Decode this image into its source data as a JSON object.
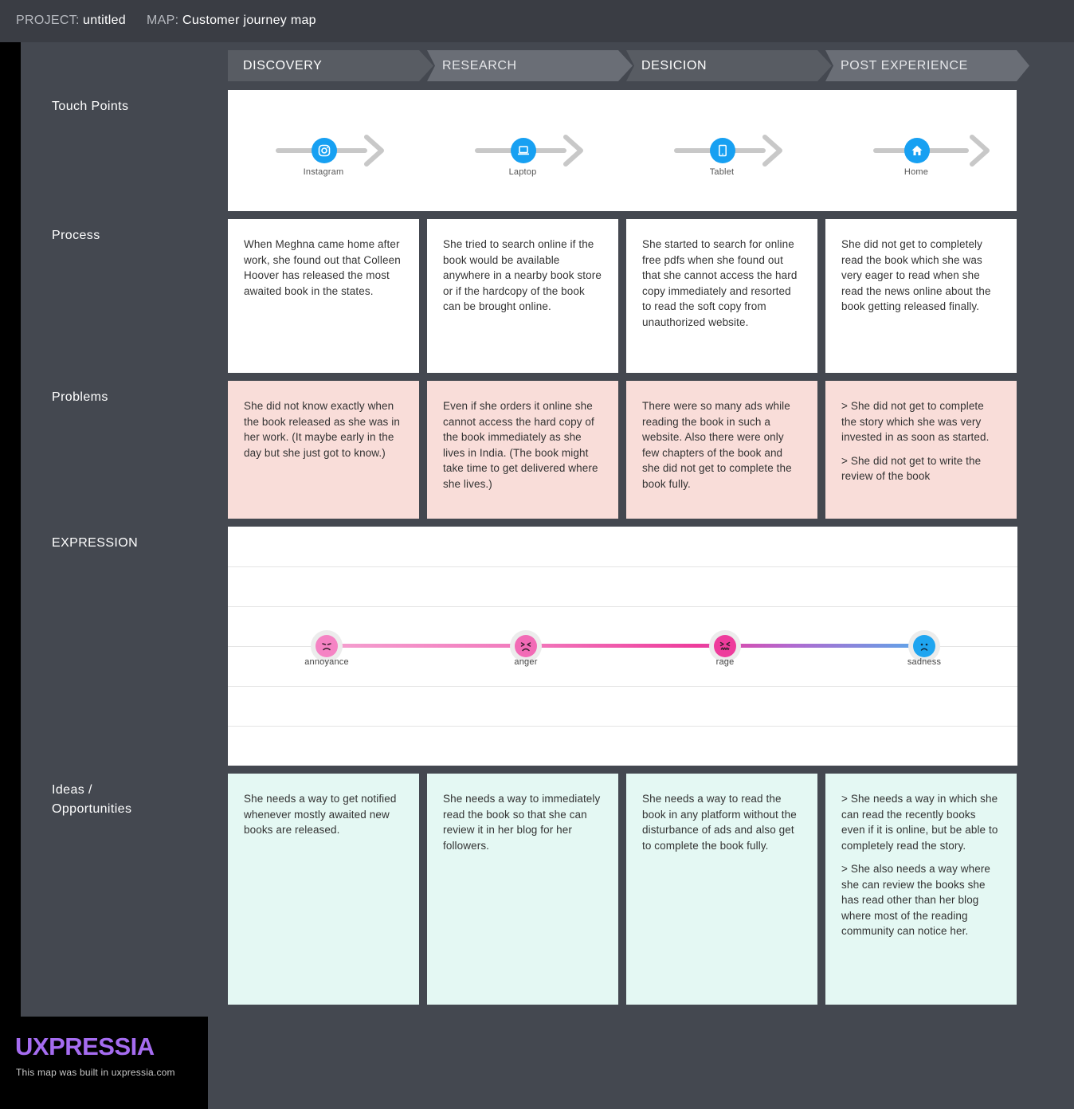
{
  "header": {
    "project_label": "PROJECT:",
    "project_value": "untitled",
    "map_label": "MAP:",
    "map_value": "Customer journey map"
  },
  "phases": [
    {
      "label": "DISCOVERY",
      "color": "#585c63"
    },
    {
      "label": "RESEARCH",
      "color": "#6a6e76"
    },
    {
      "label": "DESICION",
      "color": "#585c63"
    },
    {
      "label": "POST EXPERIENCE",
      "color": "#6a6e76"
    }
  ],
  "rows": {
    "touch_points": "Touch Points",
    "process": "Process",
    "problems": "Problems",
    "expression": "EXPRESSION",
    "ideas": "Ideas / Opportunities"
  },
  "touch_points": [
    {
      "label": "Instagram",
      "icon": "instagram-icon"
    },
    {
      "label": "Laptop",
      "icon": "laptop-icon"
    },
    {
      "label": "Tablet",
      "icon": "tablet-icon"
    },
    {
      "label": "Home",
      "icon": "home-icon"
    }
  ],
  "process": [
    [
      "When Meghna came home after work, she found out that Colleen Hoover has released the most awaited book in the states."
    ],
    [
      "She tried to search online if the book would be available anywhere in a nearby book store or if the hardcopy of the book can be brought online."
    ],
    [
      "She started to search for online free pdfs when she found out that she cannot access the hard copy immediately and resorted to read the soft copy from unauthorized website."
    ],
    [
      "She did not get to completely read the book which she was very eager to read when she read the news online about the book getting released finally."
    ]
  ],
  "problems": [
    [
      "She did not know exactly when the book released as she was in her work. (It maybe early in the day but she just got to know.)"
    ],
    [
      "Even if she orders it online she cannot access the hard copy of the book immediately as she lives in India. (The book might take time to get delivered where she lives.)"
    ],
    [
      "There were so many ads while reading the book in such a website. Also there were only few chapters of the book and she did not get to complete the book fully."
    ],
    [
      "> She did not get to complete the story which she was very invested in as soon as started.",
      "> She did not get to write the review of the book"
    ]
  ],
  "expressions": [
    {
      "label": "annoyance",
      "icon": "annoyed-face-icon",
      "color": "#f583c4"
    },
    {
      "label": "anger",
      "icon": "angry-face-icon",
      "color": "#f26bb6"
    },
    {
      "label": "rage",
      "icon": "rage-face-icon",
      "color": "#ee3c9c"
    },
    {
      "label": "sadness",
      "icon": "sad-face-icon",
      "color": "#1fa5f0"
    }
  ],
  "ideas": [
    [
      "She needs a way to get notified whenever mostly awaited new books are released."
    ],
    [
      "She needs a way to immediately read the book so that she can review it in her blog for her followers."
    ],
    [
      "She needs a way to read the book in any platform without the disturbance of ads and also get to complete the book fully."
    ],
    [
      "> She needs a way in which she can read the recently books even if it is online, but be able to completely read the story.",
      "> She also needs a way where she can review the books she has read other than her blog where most of the reading community can notice her."
    ]
  ],
  "footer": {
    "logo": "UXPRESSIA",
    "note": "This map was built in uxpressia.com"
  }
}
